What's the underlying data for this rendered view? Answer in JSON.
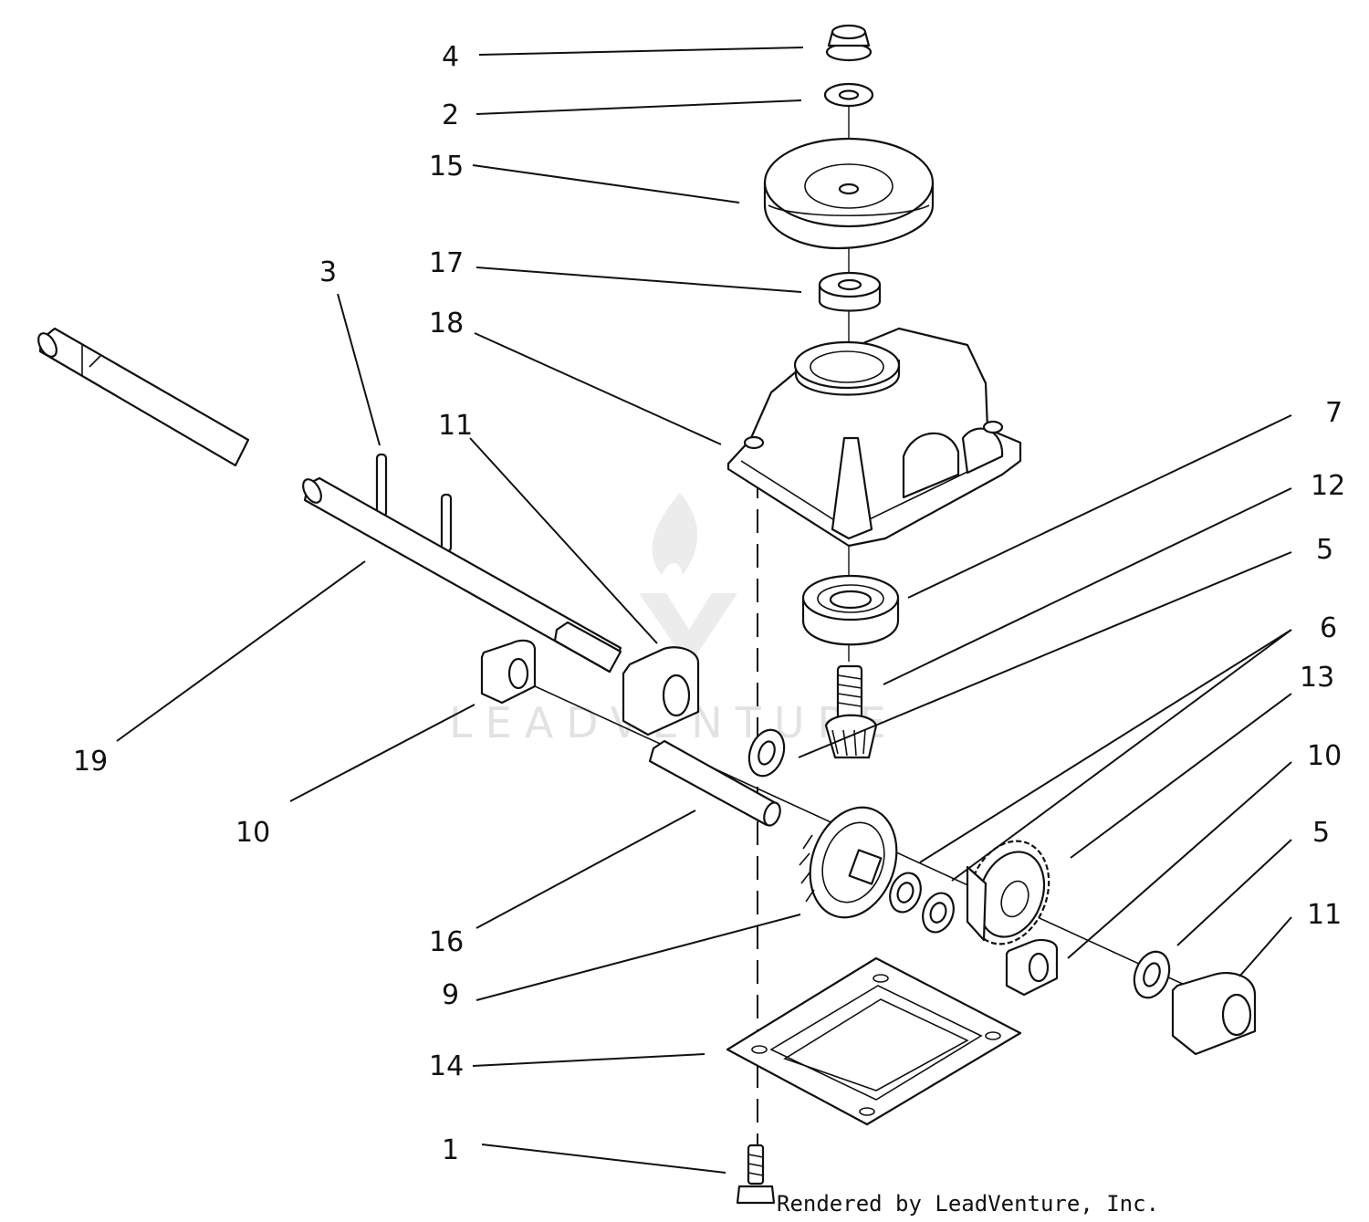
{
  "diagram": {
    "callouts": [
      {
        "id": "c4",
        "label": "4"
      },
      {
        "id": "c2",
        "label": "2"
      },
      {
        "id": "c15",
        "label": "15"
      },
      {
        "id": "c17",
        "label": "17"
      },
      {
        "id": "c18",
        "label": "18"
      },
      {
        "id": "c3",
        "label": "3"
      },
      {
        "id": "c11a",
        "label": "11"
      },
      {
        "id": "c7",
        "label": "7"
      },
      {
        "id": "c12",
        "label": "12"
      },
      {
        "id": "c5a",
        "label": "5"
      },
      {
        "id": "c6",
        "label": "6"
      },
      {
        "id": "c13",
        "label": "13"
      },
      {
        "id": "c10a",
        "label": "10"
      },
      {
        "id": "c19",
        "label": "19"
      },
      {
        "id": "c10b",
        "label": "10"
      },
      {
        "id": "c5b",
        "label": "5"
      },
      {
        "id": "c11b",
        "label": "11"
      },
      {
        "id": "c16",
        "label": "16"
      },
      {
        "id": "c9",
        "label": "9"
      },
      {
        "id": "c14",
        "label": "14"
      },
      {
        "id": "c1",
        "label": "1"
      }
    ],
    "watermark": "LEADVENTURE",
    "credit": "Rendered by LeadVenture, Inc."
  }
}
